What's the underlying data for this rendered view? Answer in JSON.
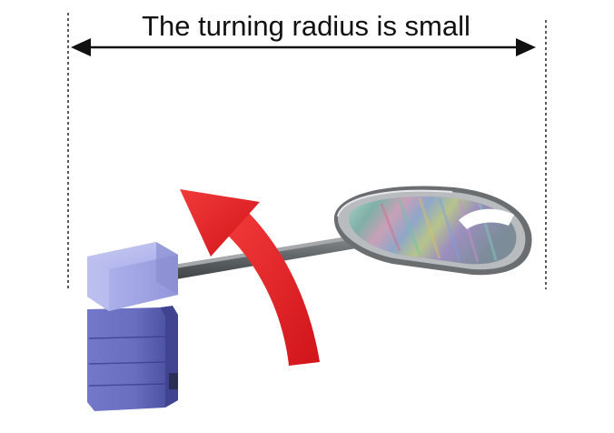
{
  "annotation": {
    "text": "The turning radius is small"
  },
  "icons": {
    "dimension": "double-headed-arrow",
    "rotation": "curved-arrow",
    "wafer": "silicon-wafer",
    "actuator": "rotary-actuator-block"
  },
  "colors": {
    "rotation_arrow": "#e31e24",
    "arm": "#5f6466",
    "actuator": "#8a8fd4",
    "dimension_line": "#111111"
  }
}
